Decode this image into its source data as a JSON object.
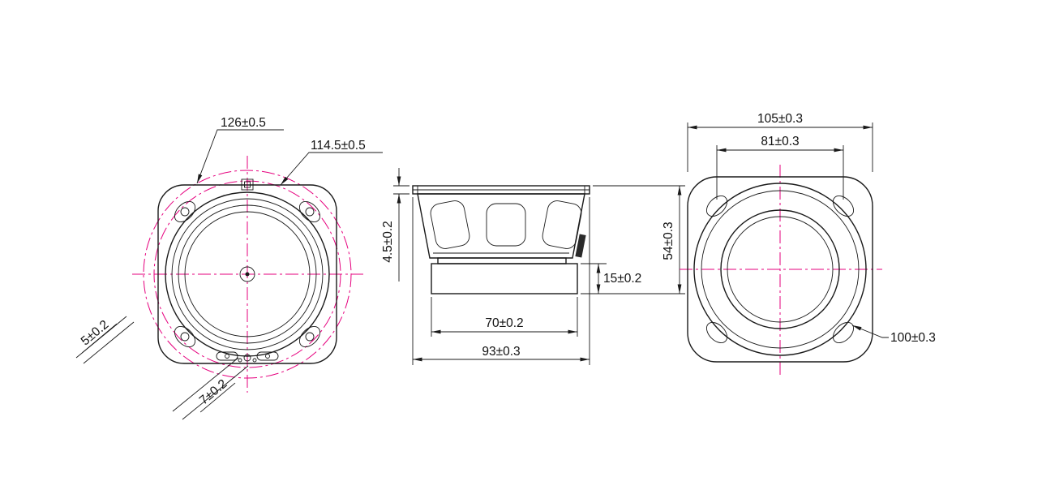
{
  "drawing": {
    "type": "engineering-drawing",
    "subject": "square-frame speaker, three orthographic views",
    "front_view": {
      "dim_outer_diameter": "126±0.5",
      "dim_bolt_circle": "114.5±0.5",
      "dim_terminal_width": "5±0.2",
      "dim_terminal_pitch": "7±0.2"
    },
    "side_view": {
      "dim_flange_thickness": "4.5±0.2",
      "dim_magnet_height": "15±0.2",
      "dim_magnet_width": "70±0.2",
      "dim_overall_width": "93±0.3",
      "dim_total_depth": "54±0.3"
    },
    "back_view": {
      "dim_frame_size": "105±0.3",
      "dim_hole_spacing": "81±0.3",
      "dim_mounting_circle": "100±0.3"
    },
    "colors": {
      "outline": "#1a1a1a",
      "dimension": "#1a1a1a",
      "centerline": "#e6007e",
      "background": "#ffffff"
    }
  }
}
